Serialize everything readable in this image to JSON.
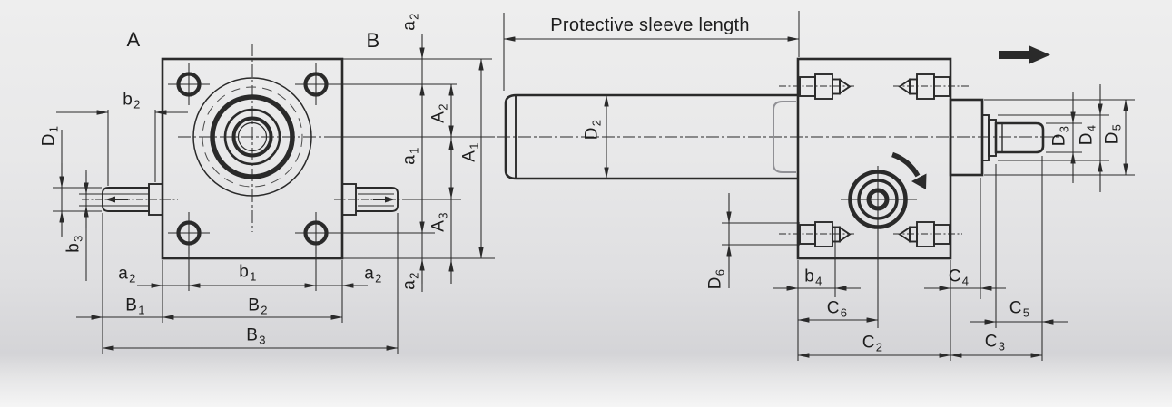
{
  "view_labels": {
    "a": "A",
    "b": "B"
  },
  "annotations": {
    "protective_sleeve_length": "Protective sleeve length"
  },
  "dims": {
    "b2": {
      "t": "b",
      "s": "2"
    },
    "D1": {
      "t": "D",
      "s": "1"
    },
    "b3": {
      "t": "b",
      "s": "3"
    },
    "a2": {
      "t": "a",
      "s": "2"
    },
    "a1": {
      "t": "a",
      "s": "1"
    },
    "A2": {
      "t": "A",
      "s": "2"
    },
    "A1": {
      "t": "A",
      "s": "1"
    },
    "A3": {
      "t": "A",
      "s": "3"
    },
    "b1": {
      "t": "b",
      "s": "1"
    },
    "B1": {
      "t": "B",
      "s": "1"
    },
    "B2": {
      "t": "B",
      "s": "2"
    },
    "B3": {
      "t": "B",
      "s": "3"
    },
    "D2": {
      "t": "D",
      "s": "2"
    },
    "D6": {
      "t": "D",
      "s": "6"
    },
    "b4": {
      "t": "b",
      "s": "4"
    },
    "C6": {
      "t": "C",
      "s": "6"
    },
    "C2": {
      "t": "C",
      "s": "2"
    },
    "C4": {
      "t": "C",
      "s": "4"
    },
    "C5": {
      "t": "C",
      "s": "5"
    },
    "C3": {
      "t": "C",
      "s": "3"
    },
    "D3": {
      "t": "D",
      "s": "3"
    },
    "D4": {
      "t": "D",
      "s": "4"
    },
    "D5": {
      "t": "D",
      "s": "5"
    }
  },
  "colors": {
    "line": "#2a2a2a",
    "hidden_line": "#909095",
    "background": "#e6e6e8"
  }
}
